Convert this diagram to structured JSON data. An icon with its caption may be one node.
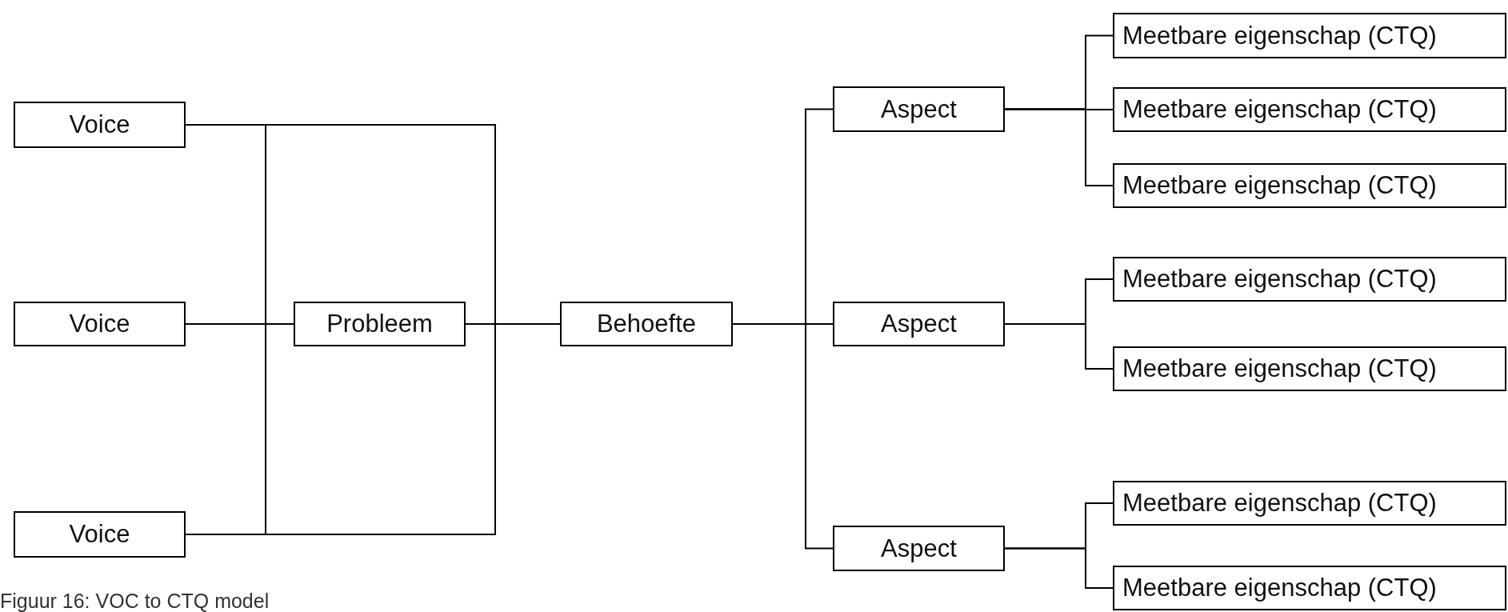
{
  "diagram": {
    "caption": "Figuur 16: VOC to CTQ model",
    "nodes": [
      {
        "text": [
          "Voice"
        ]
      },
      {
        "text": [
          "Voice"
        ]
      },
      {
        "text": [
          "Voice"
        ]
      },
      {
        "text": [
          "Probleem"
        ]
      },
      {
        "text": [
          "Behoefte"
        ]
      },
      {
        "text": [
          "Aspect"
        ]
      },
      {
        "text": [
          "Aspect"
        ]
      },
      {
        "text": [
          "Aspect"
        ]
      },
      {
        "text": [
          "Meetbare eigenschap (CTQ)"
        ]
      },
      {
        "text": [
          "Meetbare eigenschap (CTQ)"
        ]
      },
      {
        "text": [
          "Meetbare eigenschap (CTQ)"
        ]
      },
      {
        "text": [
          "Meetbare eigenschap (CTQ)"
        ]
      },
      {
        "text": [
          "Meetbare eigenschap (CTQ)"
        ]
      },
      {
        "text": [
          "Meetbare eigenschap (CTQ)"
        ]
      },
      {
        "text": [
          "Meetbare eigenschap (CTQ)"
        ]
      }
    ],
    "edges": [
      {
        "from": 0,
        "to": 3,
        "arrow": "none"
      },
      {
        "from": 1,
        "to": 3,
        "arrow": "none"
      },
      {
        "from": 2,
        "to": 3,
        "arrow": "none"
      },
      {
        "from": 0,
        "to": 4,
        "arrow": "none"
      },
      {
        "from": 2,
        "to": 4,
        "arrow": "none"
      },
      {
        "from": 3,
        "to": 4,
        "arrow": "none"
      },
      {
        "from": 4,
        "to": 5,
        "arrow": "none"
      },
      {
        "from": 4,
        "to": 6,
        "arrow": "none"
      },
      {
        "from": 4,
        "to": 7,
        "arrow": "none"
      },
      {
        "from": 5,
        "to": 8,
        "arrow": "none"
      },
      {
        "from": 5,
        "to": 9,
        "arrow": "none"
      },
      {
        "from": 5,
        "to": 10,
        "arrow": "none"
      },
      {
        "from": 6,
        "to": 11,
        "arrow": "none"
      },
      {
        "from": 6,
        "to": 12,
        "arrow": "none"
      },
      {
        "from": 7,
        "to": 13,
        "arrow": "none"
      },
      {
        "from": 7,
        "to": 14,
        "arrow": "none"
      }
    ]
  }
}
